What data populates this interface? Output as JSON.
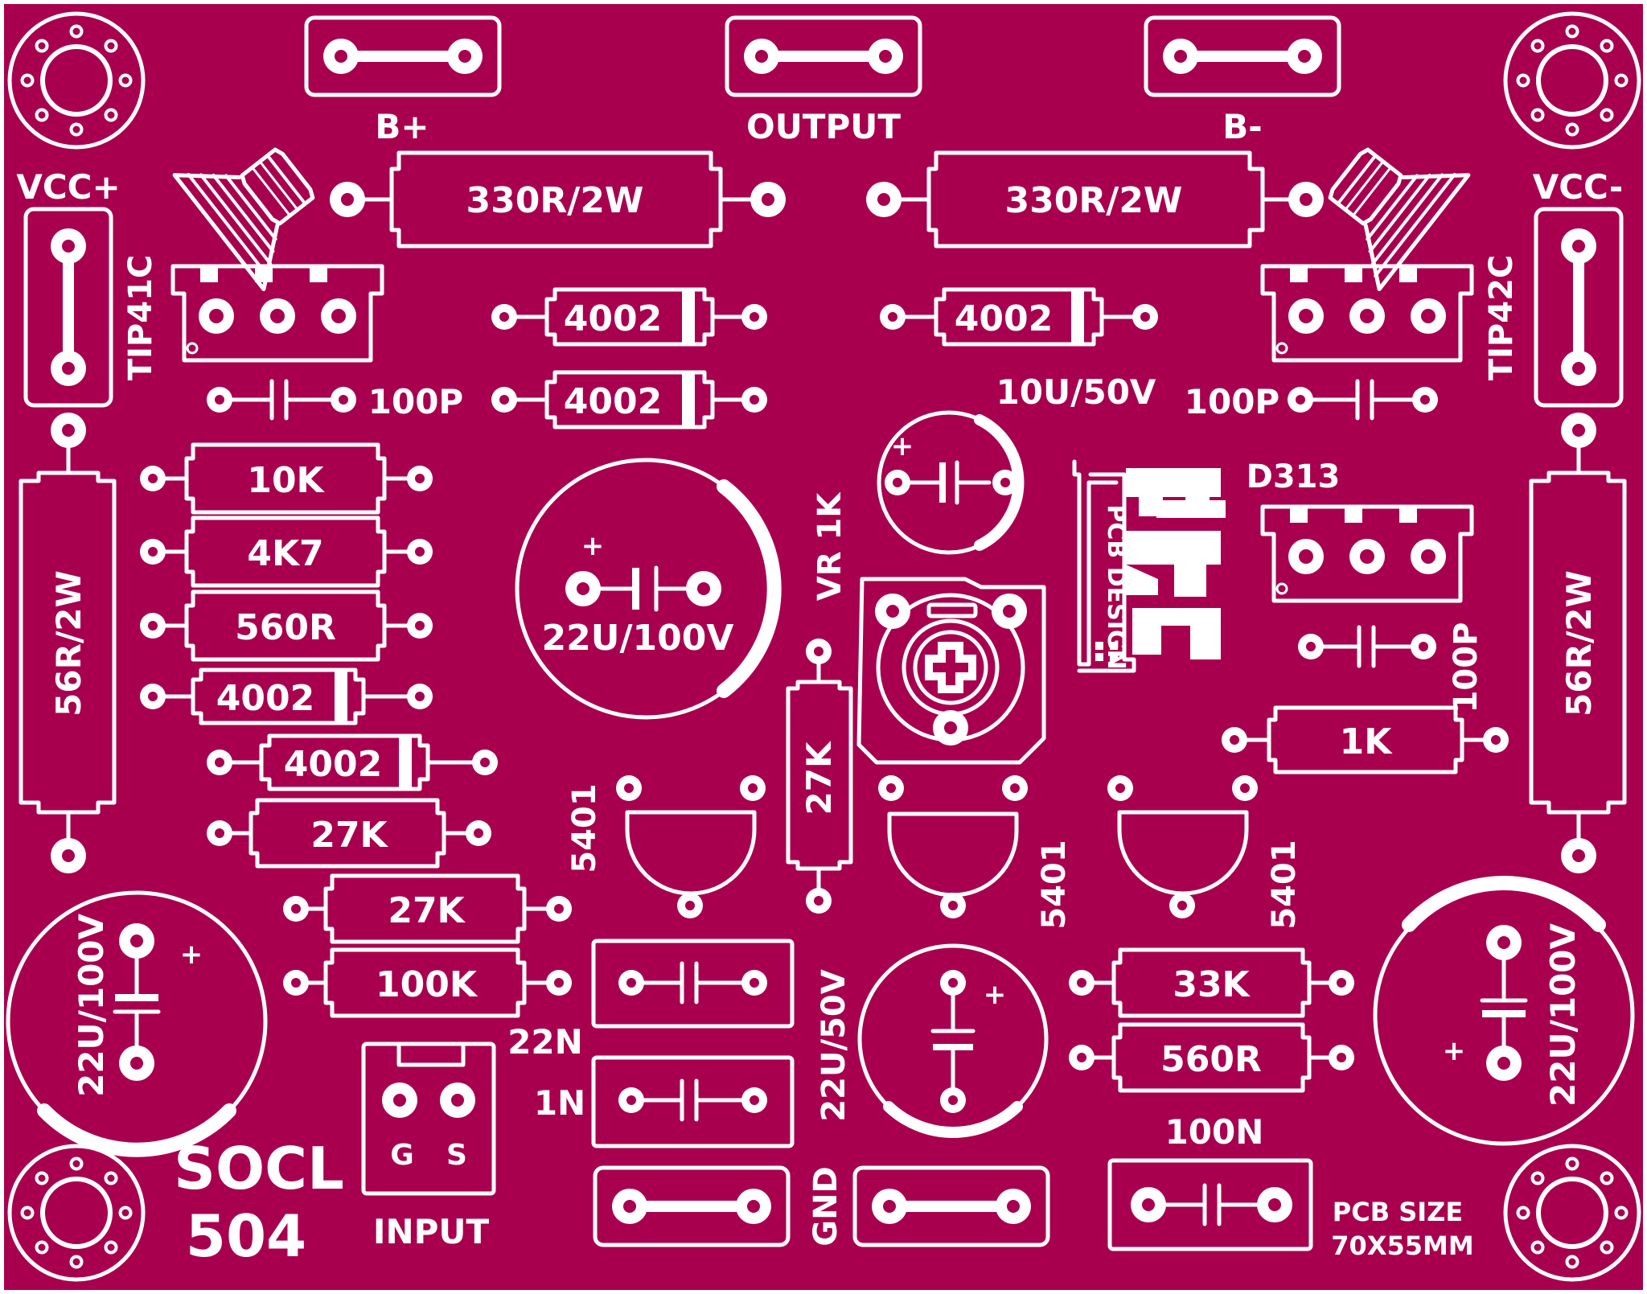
{
  "colors": {
    "board": "#a8004f",
    "silk": "#ffffff"
  },
  "terminals": {
    "b_plus": "B+",
    "output": "OUTPUT",
    "b_minus": "B-",
    "vcc_plus": "VCC+",
    "vcc_minus": "VCC-",
    "gnd": "GND",
    "input": "INPUT",
    "input_g": "G",
    "input_s": "S"
  },
  "components": {
    "r_330_left": "330R/2W",
    "r_330_right": "330R/2W",
    "d_top_left": "4002",
    "d_top_right": "4002",
    "d_mid_left": "4002",
    "q_tip41": "TIP41C",
    "q_tip42": "TIP42C",
    "c_100p_left": "100P",
    "c_100p_right_top": "100P",
    "c_10u": "10U/50V",
    "r_10k": "10K",
    "r_4k7": "4K7",
    "r_560_left": "560R",
    "d_left_1": "4002",
    "d_left_2": "4002",
    "r_27k_left_1": "27K",
    "r_27k_left_2": "27K",
    "r_100k": "100K",
    "r_56_left": "56R/2W",
    "r_56_right": "56R/2W",
    "c_22u_100_center": "22U/100V",
    "c_22u_100_left": "22U/100V",
    "c_22u_100_right": "22U/100V",
    "vr": "VR 1K",
    "q_d313": "D313",
    "c_100p_right_mid": "100P",
    "r_1k": "1K",
    "r_27k_vertical": "27K",
    "q_5401_left": "5401",
    "q_5401_center": "5401",
    "q_5401_right": "5401",
    "c_22n": "22N",
    "c_1n": "1N",
    "c_22u_50": "22U/50V",
    "r_33k": "33K",
    "r_560_right": "560R",
    "c_100n": "100N"
  },
  "plus_sign": "+",
  "logo": {
    "letters": "NVR",
    "caption": "PCB DESIGN"
  },
  "board_name": {
    "line1": "SOCL",
    "line2": "504"
  },
  "pcb_size": {
    "line1": "PCB SIZE",
    "line2": "70X55MM"
  }
}
